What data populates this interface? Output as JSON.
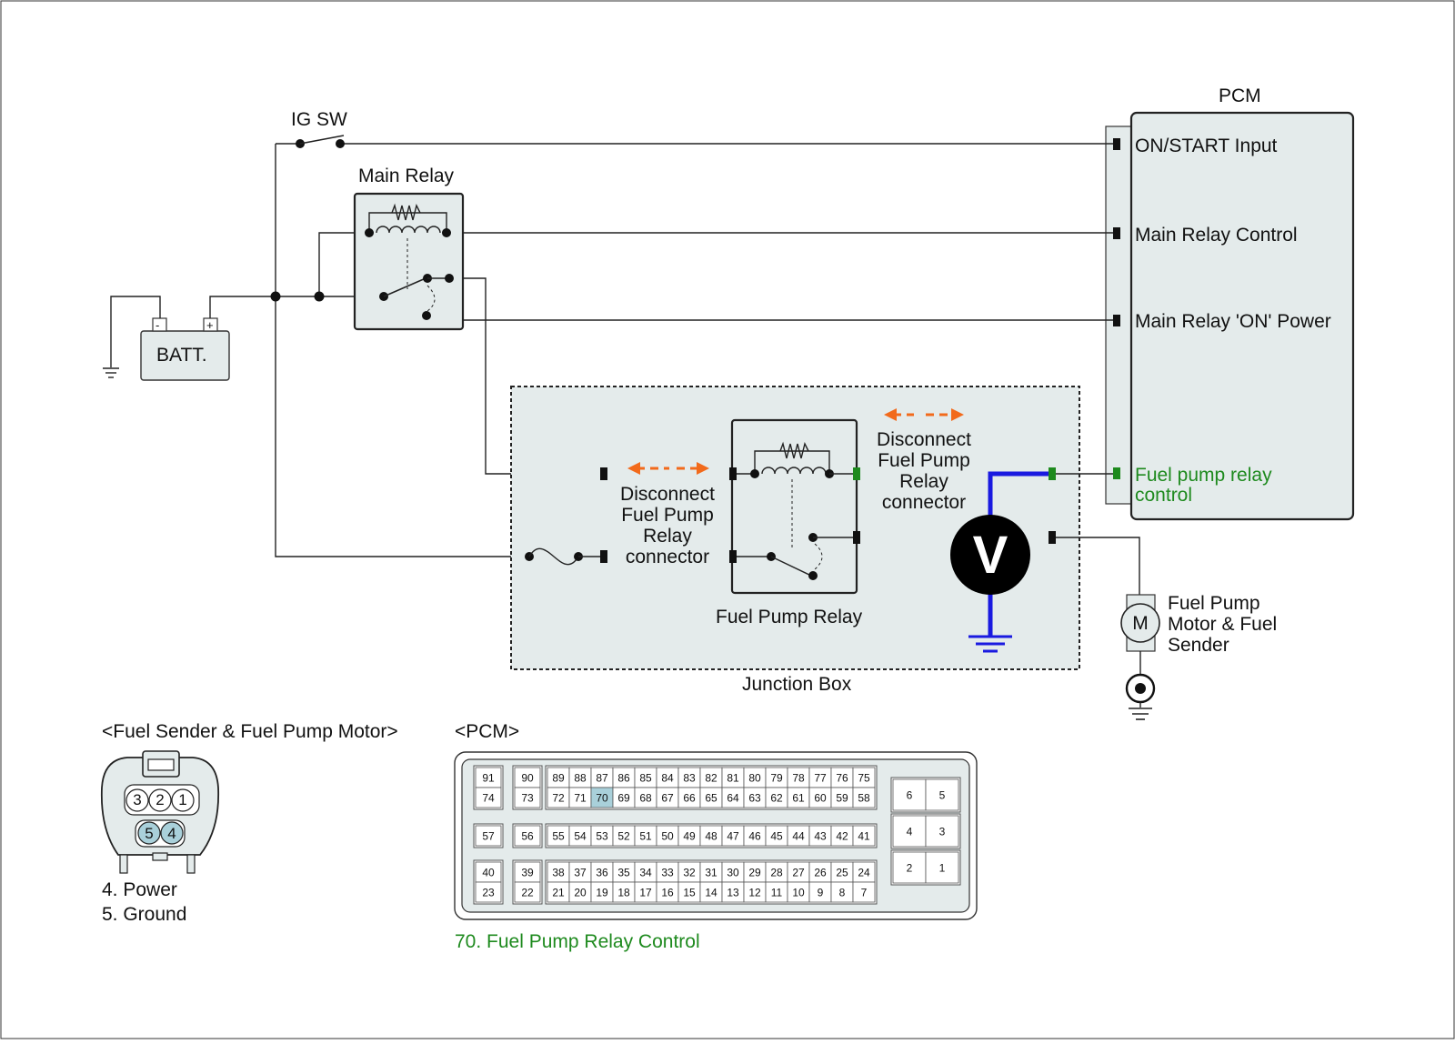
{
  "components": {
    "pcm_title": "PCM",
    "ig_sw": "IG SW",
    "main_relay": "Main Relay",
    "battery": "BATT.",
    "battery_minus": "-",
    "battery_plus": "+",
    "fuel_pump_relay": "Fuel Pump Relay",
    "junction_box": "Junction Box",
    "voltmeter": "V",
    "motor": "M",
    "fuel_pump_motor": [
      "Fuel Pump",
      "Motor & Fuel",
      "Sender"
    ]
  },
  "pcm_pins": {
    "on_start": "ON/START Input",
    "main_relay_control": "Main Relay Control",
    "main_relay_on_power": "Main Relay 'ON' Power",
    "fuel_pump_relay_control": [
      "Fuel pump relay",
      "control"
    ]
  },
  "disconnect_left": [
    "Disconnect",
    "Fuel Pump",
    "Relay",
    "connector"
  ],
  "disconnect_right": [
    "Disconnect",
    "Fuel Pump",
    "Relay",
    "connector"
  ],
  "connector_fuel": {
    "title": "<Fuel Sender & Fuel Pump Motor>",
    "pins_top": [
      "3",
      "2",
      "1"
    ],
    "pins_bottom": [
      "5",
      "4"
    ],
    "legend": [
      "4. Power",
      "5. Ground"
    ]
  },
  "connector_pcm": {
    "title": "<PCM>",
    "highlight_pin": "70",
    "row1_left": [
      "91",
      "90"
    ],
    "row2_left": [
      "74",
      "73"
    ],
    "row1": [
      "89",
      "88",
      "87",
      "86",
      "85",
      "84",
      "83",
      "82",
      "81",
      "80",
      "79",
      "78",
      "77",
      "76",
      "75"
    ],
    "row2": [
      "72",
      "71",
      "70",
      "69",
      "68",
      "67",
      "66",
      "65",
      "64",
      "63",
      "62",
      "61",
      "60",
      "59",
      "58"
    ],
    "row3_left": [
      "57",
      "56"
    ],
    "row3": [
      "55",
      "54",
      "53",
      "52",
      "51",
      "50",
      "49",
      "48",
      "47",
      "46",
      "45",
      "44",
      "43",
      "42",
      "41"
    ],
    "row4_left": [
      "40",
      "39"
    ],
    "row5_left": [
      "23",
      "22"
    ],
    "row4": [
      "38",
      "37",
      "36",
      "35",
      "34",
      "33",
      "32",
      "31",
      "30",
      "29",
      "28",
      "27",
      "26",
      "25",
      "24"
    ],
    "row5": [
      "21",
      "20",
      "19",
      "18",
      "17",
      "16",
      "15",
      "14",
      "13",
      "12",
      "11",
      "10",
      "9",
      "8",
      "7"
    ],
    "right_block": [
      [
        "6",
        "5"
      ],
      [
        "4",
        "3"
      ],
      [
        "2",
        "1"
      ]
    ],
    "caption": "70. Fuel Pump Relay Control"
  },
  "colors": {
    "wire": "#222222",
    "highlight_green": "#1e8a1e",
    "meter_lead": "#1a1ae0",
    "arrow": "#f26a1b",
    "box_fill": "#e4ebeb",
    "pin_highlight": "#a9d0da"
  }
}
